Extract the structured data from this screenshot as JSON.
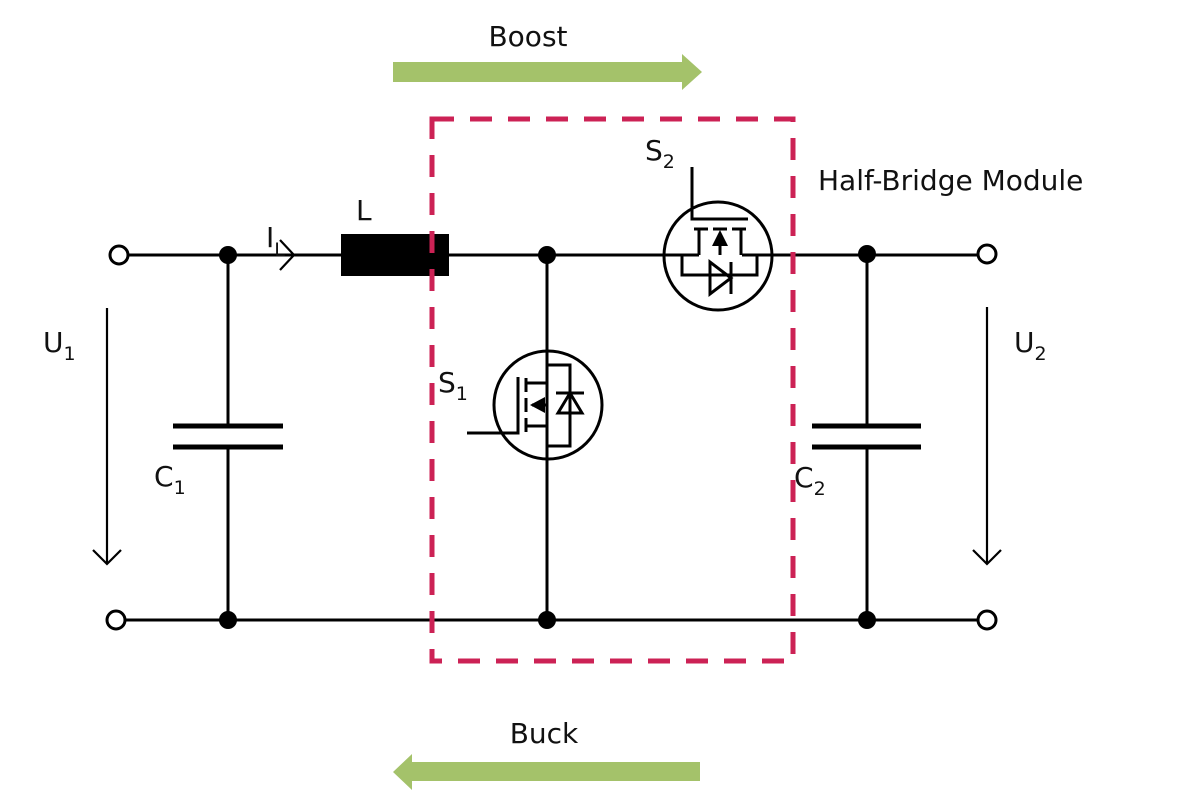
{
  "diagram": {
    "type": "bidirectional buck-boost converter schematic",
    "colors": {
      "wire": "#000000",
      "flow_arrow": "#a4c26a",
      "module_border": "#cc2255",
      "module_label": "#dd1c2a"
    },
    "flow": {
      "boost": {
        "label": "Boost",
        "direction": "right"
      },
      "buck": {
        "label": "Buck",
        "direction": "left"
      }
    },
    "module": {
      "label": "Half-Bridge Module"
    },
    "components": {
      "inductor": {
        "label": "L"
      },
      "current": {
        "symbol": "I",
        "subscript": "L"
      },
      "c1": {
        "symbol": "C",
        "subscript": "1"
      },
      "c2": {
        "symbol": "C",
        "subscript": "2"
      },
      "s1": {
        "symbol": "S",
        "subscript": "1",
        "kind": "MOSFET with body diode"
      },
      "s2": {
        "symbol": "S",
        "subscript": "2",
        "kind": "MOSFET with body diode"
      },
      "u1": {
        "symbol": "U",
        "subscript": "1"
      },
      "u2": {
        "symbol": "U",
        "subscript": "2"
      }
    },
    "terminals": [
      "input-top",
      "input-bottom",
      "output-top",
      "output-bottom"
    ]
  }
}
